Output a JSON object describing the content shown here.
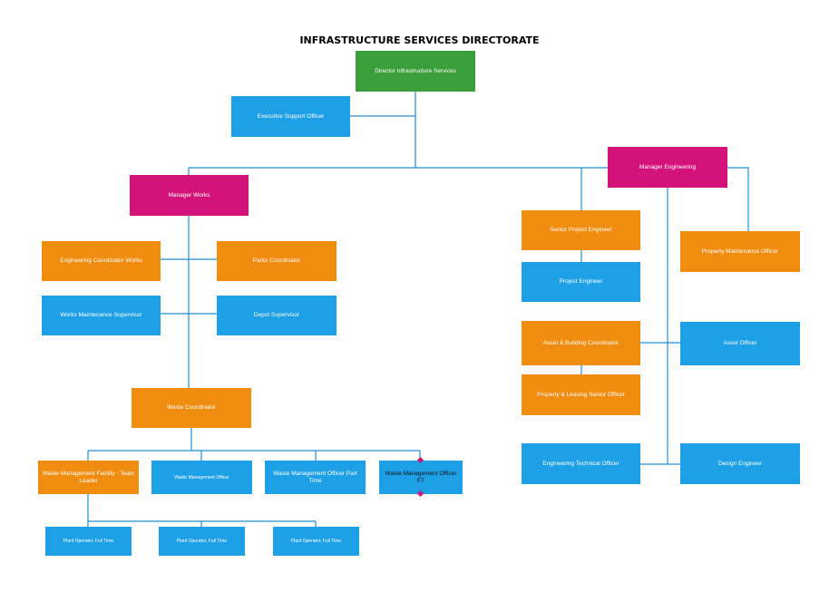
{
  "title": "INFRASTRUCTURE SERVICES DIRECTORATE",
  "colors": {
    "director": "#3a9e3a",
    "manager": "#d4137a",
    "coordinator": "#f08c10",
    "staff": "#1ea0e6",
    "connector": "#1e90d2"
  },
  "nodes": {
    "director": "Director Infrastructure Services",
    "executive_support": "Executive Support Officer",
    "manager_works": "Manager Works",
    "manager_engineering": "Manager Engineering",
    "engineering_coordinator_works": "Engineering Coordinator Works",
    "parks_coordinator": "Parks Coordinator",
    "works_maintenance_supervisor": "Works Maintenance Supervisor",
    "depot_supervisor": "Depot Supervisor",
    "waste_coordinator": "Waste Coordinator",
    "waste_facility_team_leader": "Waste Management Facility - Team Leader",
    "waste_officer": "Waste Management Officer",
    "waste_officer_part_time": "Waste Management Officer Part Time",
    "waste_officer_ft": "Waste Management Officer FT",
    "plant_operator_1": "Plant Operator, Full Time",
    "plant_operator_2": "Plant Operator, Full Time",
    "plant_operator_3": "Plant Operator, Full Time",
    "senior_project_engineer": "Senior Project Engineer",
    "project_engineer": "Project Engineer",
    "property_maintenance_officer": "Property Maintenance Officer",
    "asset_building_coordinator": "Asset & Building Coordinator",
    "asset_officer": "Asset Officer",
    "property_leasing_senior_officer": "Property & Leasing Senior Officer",
    "engineering_technical_officer": "Engineering Technical Officer",
    "design_engineer": "Design Engineer"
  }
}
